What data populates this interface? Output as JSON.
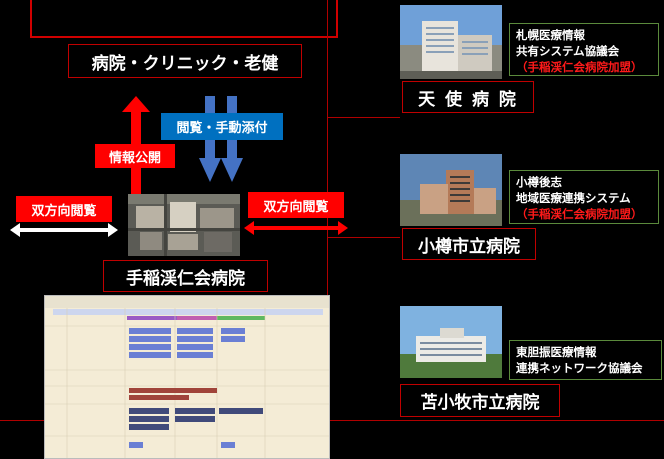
{
  "top_box": {
    "label": "病院・クリニック・老健"
  },
  "center_hospital": {
    "label": "手稲渓仁会病院"
  },
  "arrows": {
    "info_public": "情報公開",
    "view_attach": "閲覧・手動添付",
    "bidirectional_left": "双方向閲覧",
    "bidirectional_right": "双方向閲覧"
  },
  "hospitals": [
    {
      "name": "天 使 病 院",
      "network_lines": [
        "札幌医療情報",
        "共有システム協議会"
      ],
      "membership": "（手稲渓仁会病院加盟）"
    },
    {
      "name": "小樽市立病院",
      "network_lines": [
        "小樽後志",
        "地域医療連携システム"
      ],
      "membership": "（手稲渓仁会病院加盟）"
    },
    {
      "name": "苫小牧市立病院",
      "network_lines": [
        "東胆振医療情報",
        "連携ネットワーク協議会"
      ],
      "membership": ""
    }
  ],
  "colors": {
    "background": "#000000",
    "accent_red": "#ff0000",
    "accent_blue": "#0070c0",
    "arrow_blue": "#4472c4",
    "box_border": "#c00000",
    "info_border": "#5b8a3c"
  },
  "icons": [
    "hospital-photo",
    "aerial-photo",
    "calendar-sheet"
  ]
}
